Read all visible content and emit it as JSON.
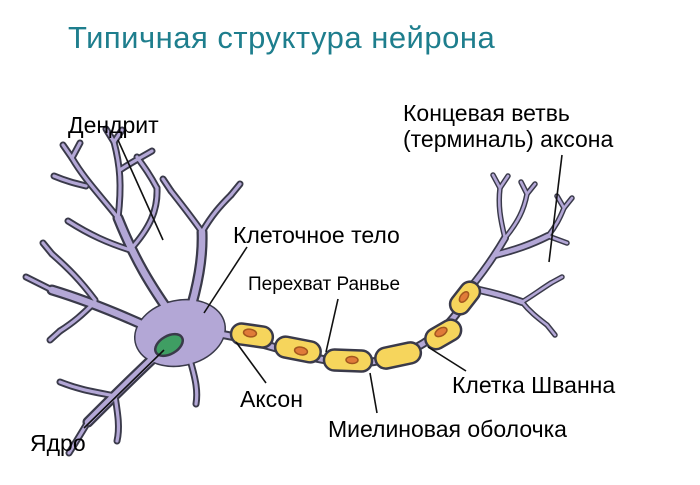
{
  "title": {
    "text": "Типичная структура нейрона"
  },
  "labels": {
    "dendrite": "Дендрит",
    "terminal_line1": "Концевая ветвь",
    "terminal_line2": "(терминаль) аксона",
    "cell_body": "Клеточное тело",
    "node_of_ranvier": "Перехват Ранвье",
    "axon": "Аксон",
    "schwann_cell": "Клетка Шванна",
    "myelin_sheath": "Миелиновая оболочка",
    "nucleus": "Ядро"
  },
  "colors": {
    "title_color": "#1e7e8d",
    "body_fill": "#b3a7d6",
    "outline": "#3a3a4a",
    "myelin_fill": "#f6d55c",
    "nucleus_fill": "#3f9e63",
    "schwann_nucleus_fill": "#e07b39",
    "label_text": "#000000",
    "background": "#ffffff"
  }
}
